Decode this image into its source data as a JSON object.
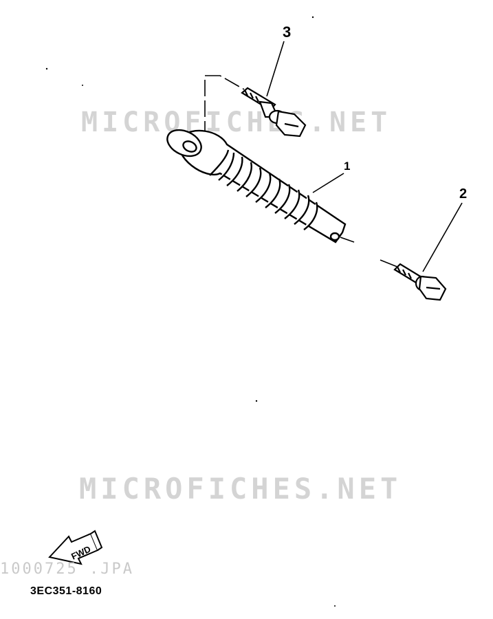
{
  "diagram": {
    "watermark_top": "MICROFICHES.NET",
    "watermark_bottom": "MICROFICHES.NET",
    "callouts": {
      "shock_absorber": "1",
      "lower_bolt": "2",
      "upper_bolt": "3"
    },
    "fwd_label": "FWD",
    "faint_text": "1000725 .JPA",
    "part_number": "3EC351-8160"
  }
}
